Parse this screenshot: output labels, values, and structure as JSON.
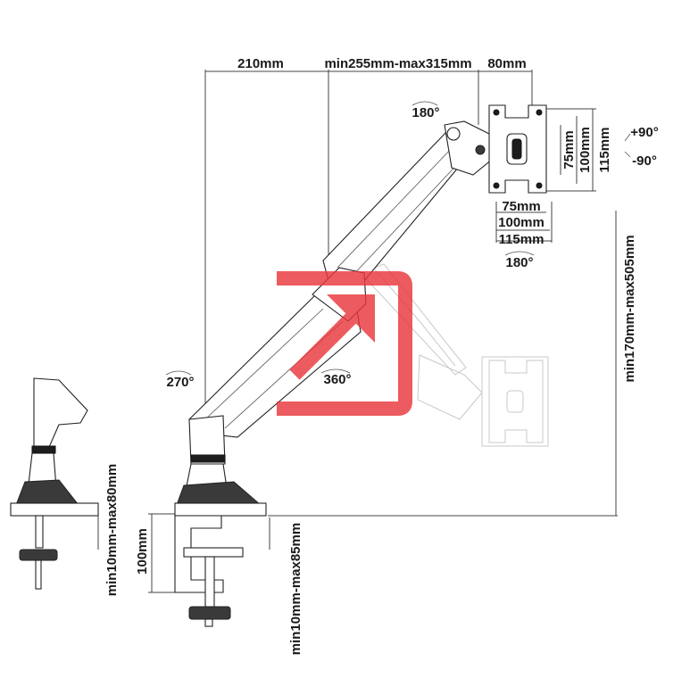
{
  "dimensions": {
    "top_left": "210mm",
    "top_middle": "min255mm-max315mm",
    "top_right": "80mm",
    "vesa_vertical": [
      "75mm",
      "100mm",
      "115mm"
    ],
    "vesa_horizontal": [
      "75mm",
      "100mm",
      "115mm"
    ],
    "height_range": "min170mm-max505mm",
    "clamp_height": "100mm",
    "desk_thickness_left": "min10mm-max80mm",
    "desk_thickness_right": "min10mm-max85mm"
  },
  "rotations": {
    "arm_top": "180°",
    "plate": "180°",
    "base": "270°",
    "monitor": "360°",
    "tilt_up": "+90°",
    "tilt_down": "-90°"
  },
  "colors": {
    "watermark": "#e8383d"
  },
  "icons": {
    "watermark": "arrow-into-box-icon"
  }
}
